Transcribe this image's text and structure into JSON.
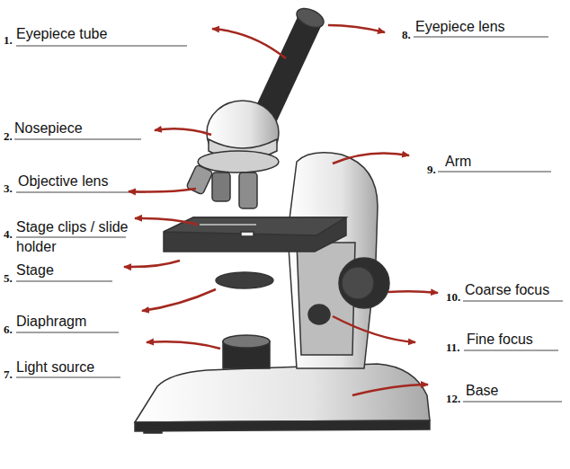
{
  "diagram": {
    "labels": [
      "1.",
      "Eyepiece tube",
      "2.",
      "Nosepiece",
      "3.",
      "Objective lens",
      "4.",
      "Stage clips / slide holder",
      "5.",
      "Stage",
      "6.",
      "Diaphragm",
      "7.",
      "Light source",
      "8.",
      "Eyepiece lens",
      "9.",
      "Arm",
      "10.",
      "Coarse focus",
      "11.",
      "Fine focus",
      "12.",
      "Base"
    ]
  }
}
